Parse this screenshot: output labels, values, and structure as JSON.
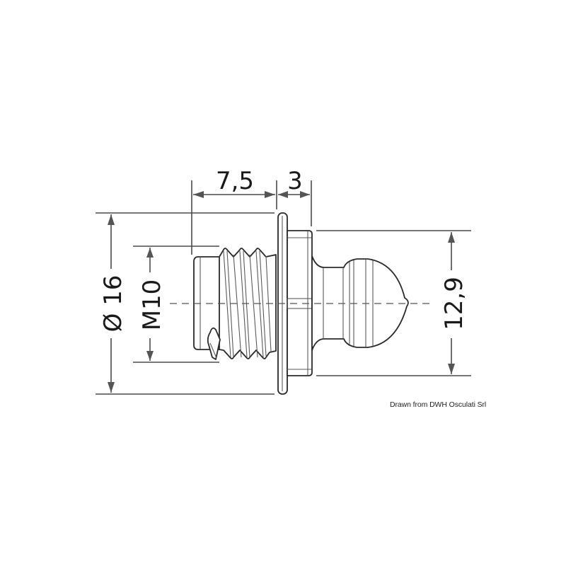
{
  "drawing": {
    "subject": "threaded plug with flange and domed head",
    "dimensions": {
      "thread_length": "7,5",
      "flange_to_shoulder": "3",
      "outer_diameter": "Ø 16",
      "thread_size": "M10",
      "head_height": "12,9"
    },
    "units_implied": "mm"
  },
  "credit": "Drawn from DWH Osculati Srl",
  "colors": {
    "background": "#ffffff",
    "line": "#2a2a2a",
    "dimension_line": "#4a4a4a",
    "text": "#1a1a1a"
  }
}
